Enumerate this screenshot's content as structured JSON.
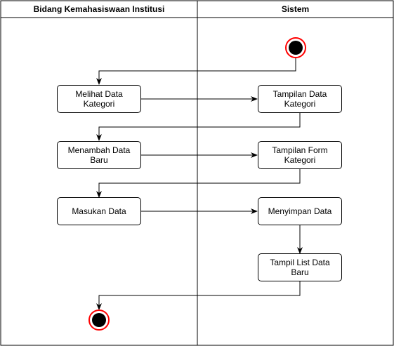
{
  "lanes": {
    "left_title": "Bidang Kemahasiswaan Institusi",
    "right_title": "Sistem"
  },
  "actions": {
    "melihat": "Melihat Data Kategori",
    "menambah": "Menambah Data Baru",
    "masukan": "Masukan Data"
  },
  "system": {
    "tampilan_data": "Tampilan Data Kategori",
    "tampilan_form": "Tampilan Form Kategori",
    "menyimpan": "Menyimpan Data",
    "tampil_list": "Tampil List Data Baru"
  },
  "colors": {
    "terminal_ring": "#ff0000",
    "stroke": "#000000"
  }
}
